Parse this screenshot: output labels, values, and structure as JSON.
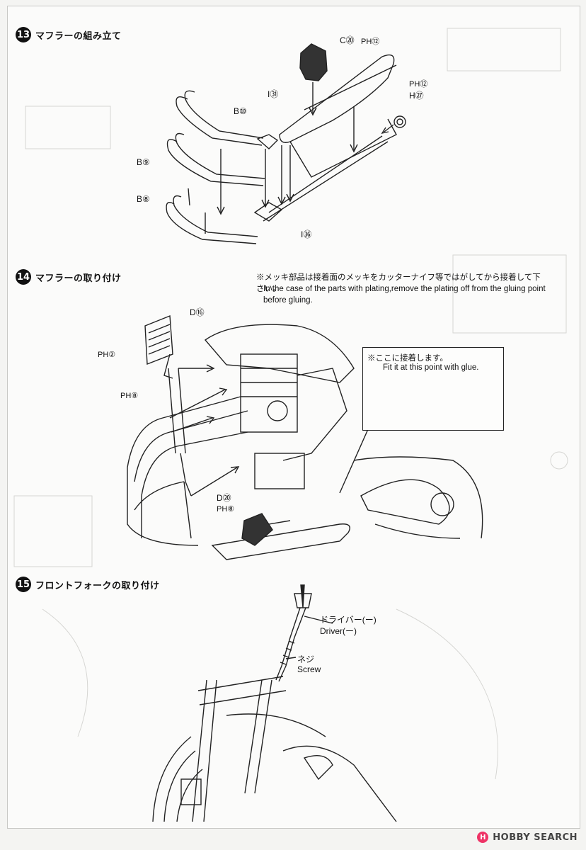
{
  "steps": [
    {
      "number": "13",
      "title": "マフラーの組み立て"
    },
    {
      "number": "14",
      "title": "マフラーの取り付け"
    },
    {
      "number": "15",
      "title": "フロントフォークの取り付け"
    }
  ],
  "step13_labels": {
    "c20": "C⑳",
    "ph12_a": "PH⑫",
    "ph12_b": "PH⑫",
    "h27": "H㉗",
    "i31": "I㉛",
    "b10": "B⑩",
    "b9": "B⑨",
    "b8": "B⑧",
    "i36": "I㊱"
  },
  "step14_note": {
    "jp": "※メッキ部品は接着面のメッキをカッターナイフ等ではがしてから接着して下さい。",
    "en": "In the case of the parts with plating,remove the plating off from the gluing point before gluing."
  },
  "step14_labels": {
    "d16": "D⑯",
    "ph2": "PH②",
    "ph8_a": "PH⑧",
    "d20": "D⑳",
    "ph8_b": "PH⑧"
  },
  "callout": {
    "jp": "※ここに接着します。",
    "en": "Fit it at this point with glue."
  },
  "step15_labels": {
    "driver_jp": "ドライバー(ー)",
    "driver_en": "Driver(ー)",
    "screw_jp": "ネジ",
    "screw_en": "Screw"
  },
  "footer": {
    "logo": "H",
    "brand": "HOBBY SEARCH"
  }
}
